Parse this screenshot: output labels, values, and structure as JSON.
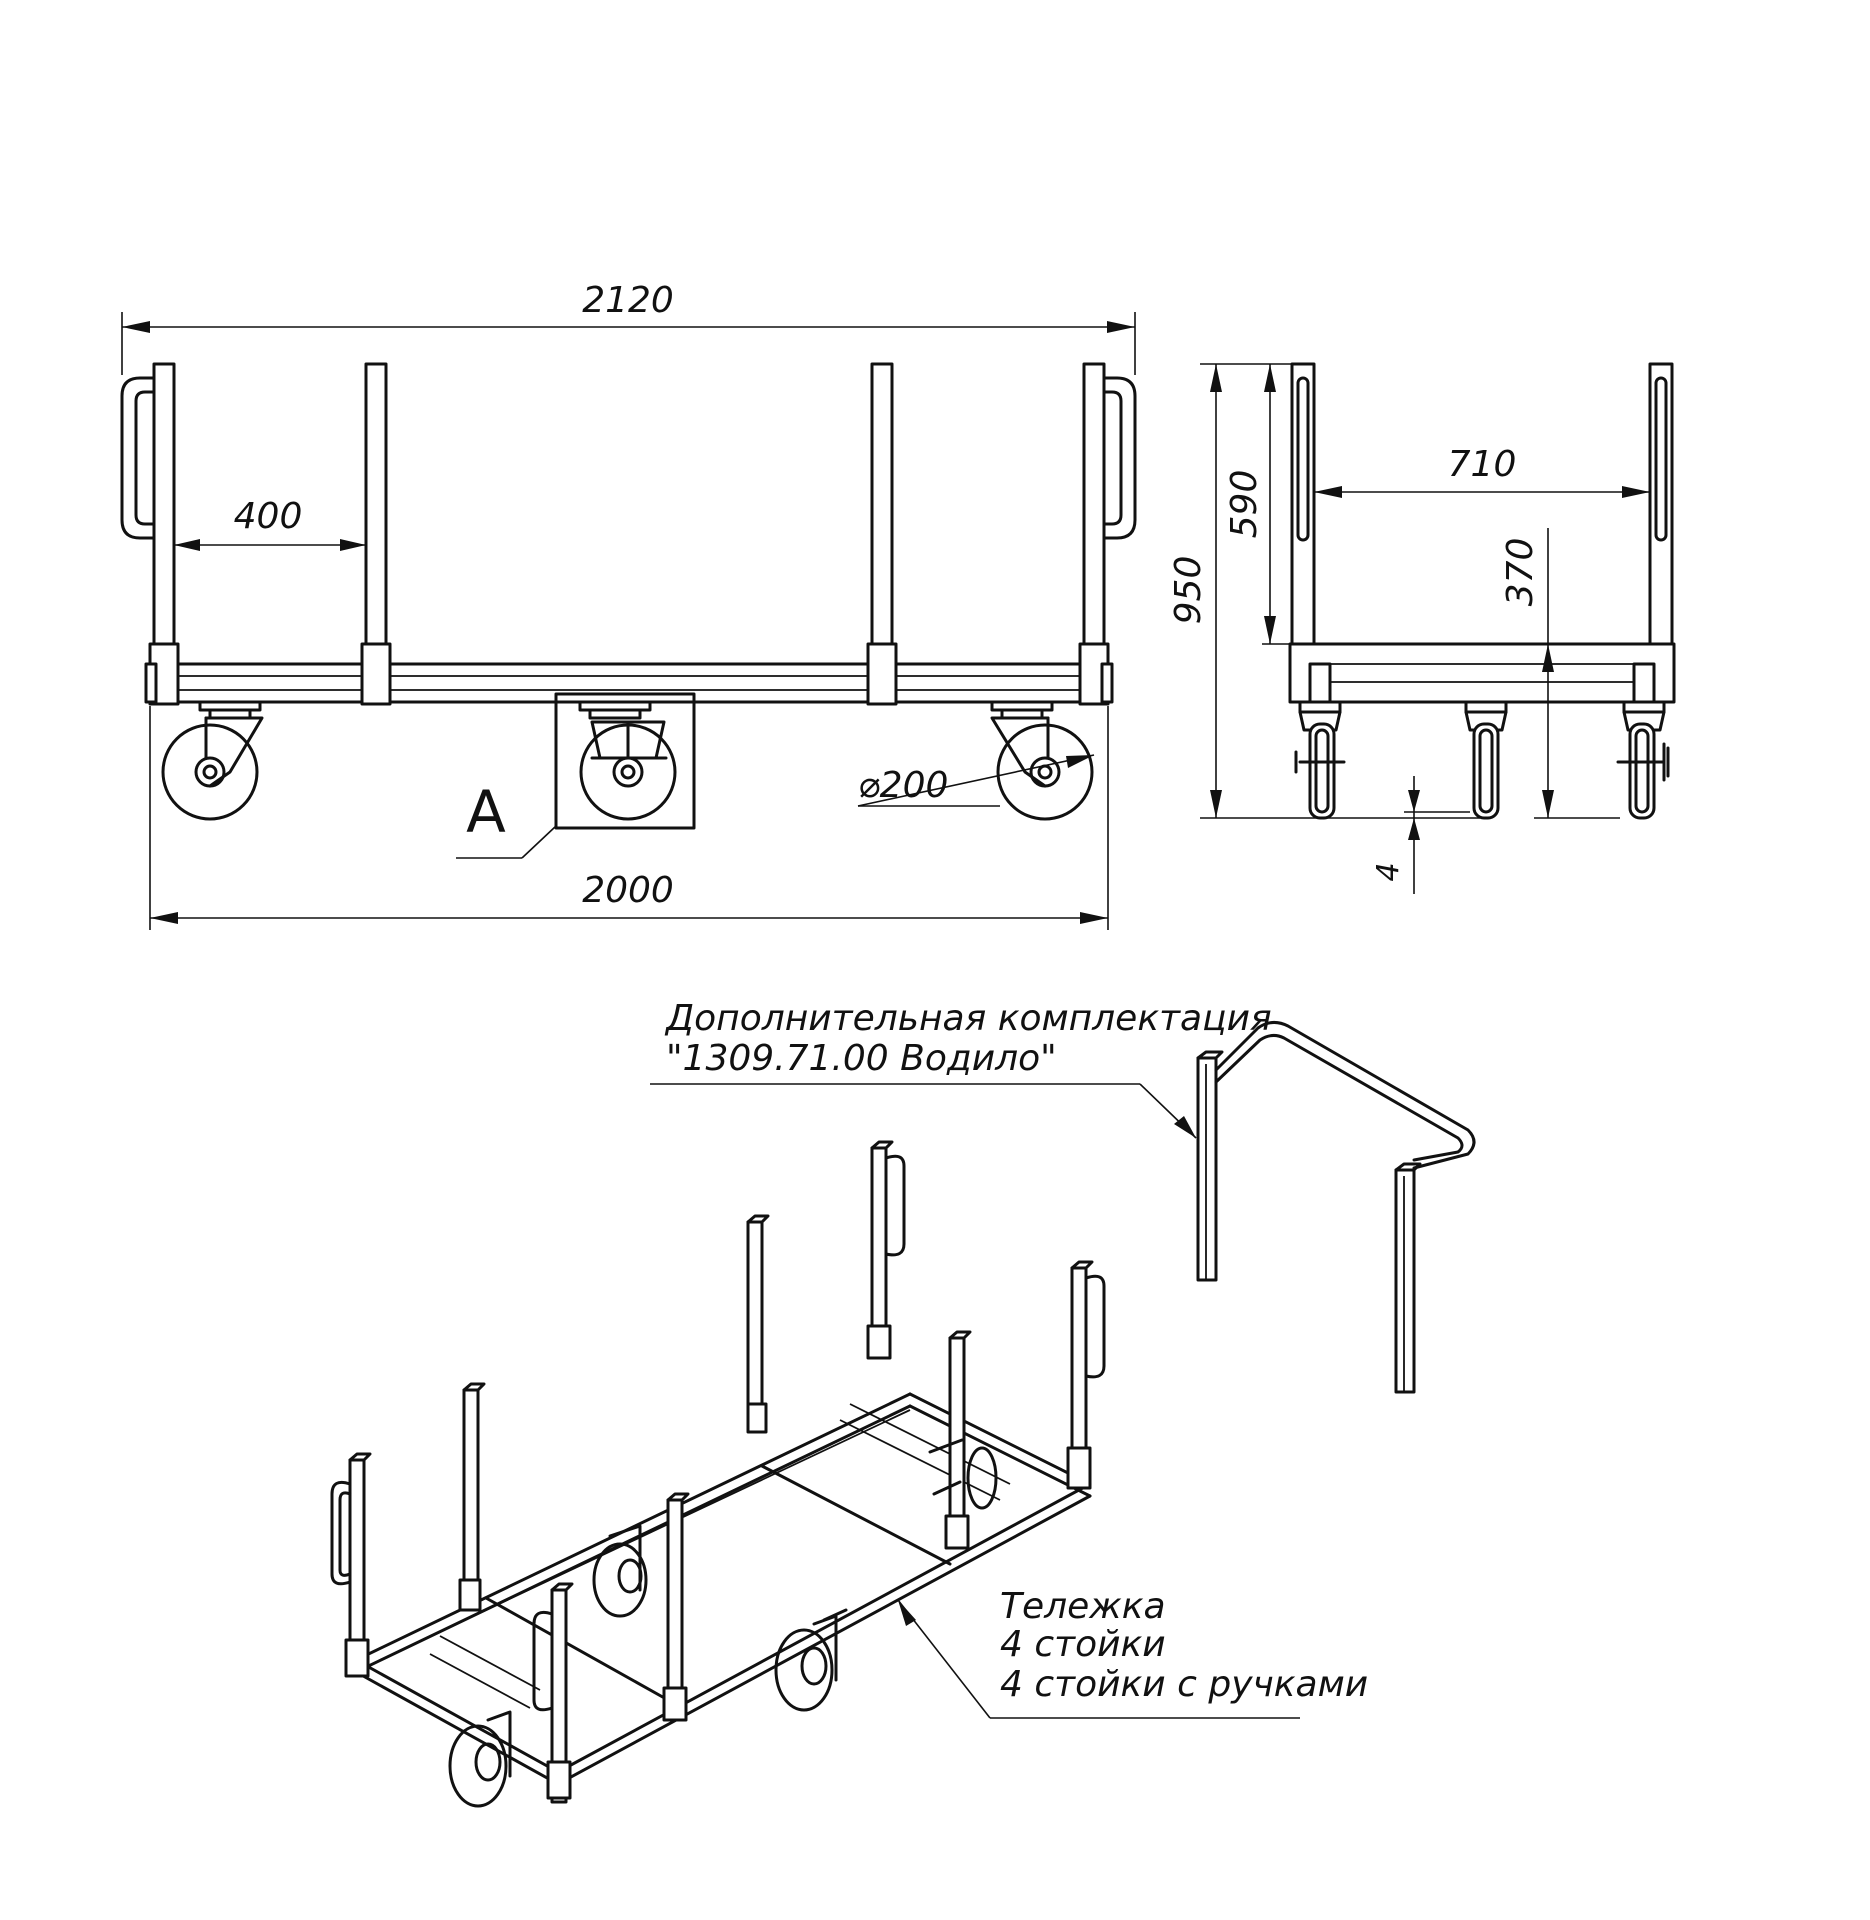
{
  "front_view": {
    "overall_length_dim": "2120",
    "base_length_dim": "2000",
    "post_spacing_dim": "400",
    "wheel_diameter_dim": "⌀200",
    "detail_callout": "A"
  },
  "side_view": {
    "total_height_dim": "950",
    "post_height_dim": "590",
    "inner_width_dim": "710",
    "deck_height_dim": "370",
    "ground_clearance_dim": "4"
  },
  "accessory_note": {
    "line1": "Дополнительная комплектация",
    "line2": "\"1309.71.00 Водило\""
  },
  "cart_note": {
    "line1": "Тележка",
    "line2": "4 стойки",
    "line3": "4 стойки с ручками"
  }
}
